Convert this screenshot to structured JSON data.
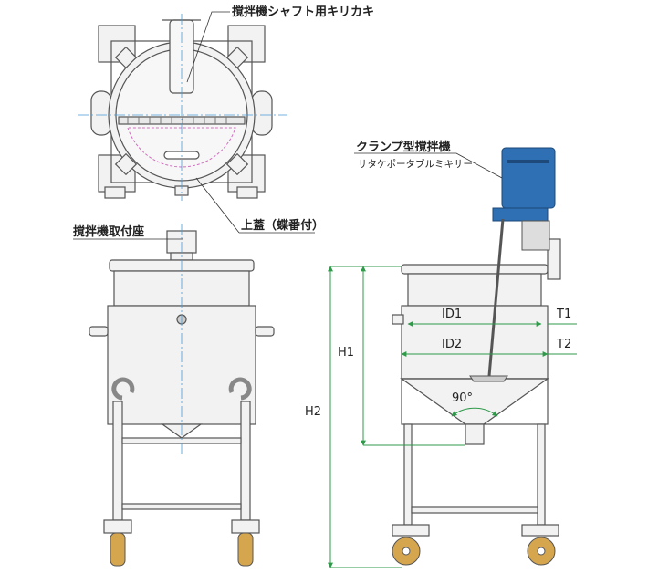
{
  "labels": {
    "shaft_cutout": "撹拌機シャフト用キリカキ",
    "top_lid": "上蓋（蝶番付）",
    "mount_seat": "撹拌機取付座",
    "clamp_mixer": "クランプ型撹拌機",
    "mixer_model": "サタケポータブルミキサー"
  },
  "dimensions": {
    "id1": "ID1",
    "id2": "ID2",
    "t1": "T1",
    "t2": "T2",
    "h1": "H1",
    "h2": "H2",
    "angle": "90°"
  },
  "colors": {
    "line": "#555555",
    "fill": "#f2f2f2",
    "center_line": "#4a9ad6",
    "dim_line": "#2f9a4a",
    "motor_blue": "#2f6fb3",
    "wheel": "#d6a64e"
  }
}
